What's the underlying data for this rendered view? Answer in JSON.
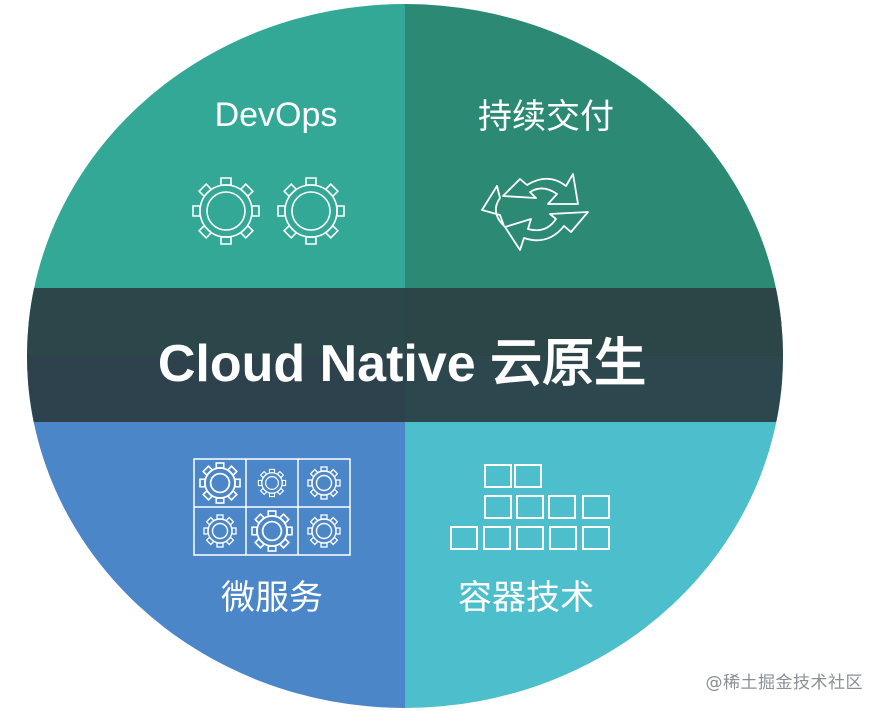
{
  "center_title": "Cloud Native 云原生",
  "quadrants": {
    "top_left": {
      "label": "DevOps",
      "icon": "gears-icon",
      "color": "#34a896"
    },
    "top_right": {
      "label": "持续交付",
      "icon": "cycle-arrows-icon",
      "color": "#2c8a74"
    },
    "bottom_left": {
      "label": "微服务",
      "icon": "microservice-grid-icon",
      "color": "#4a86c8"
    },
    "bottom_right": {
      "label": "容器技术",
      "icon": "containers-icon",
      "color": "#4dbfcc"
    }
  },
  "band_color": "#2b3d44",
  "watermark": "@稀土掘金技术社区"
}
